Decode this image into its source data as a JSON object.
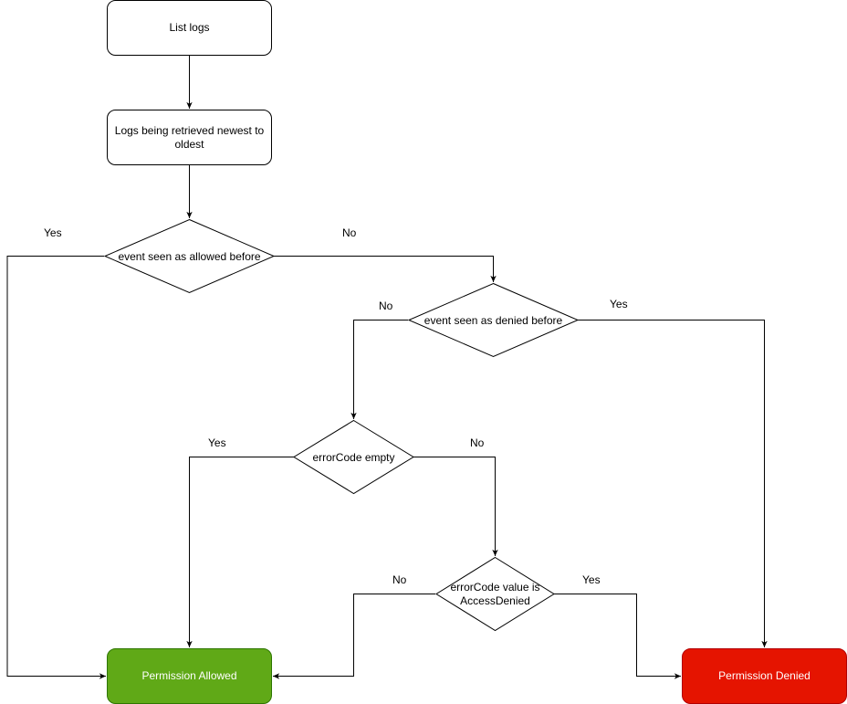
{
  "nodes": {
    "list_logs": {
      "label": "List logs"
    },
    "logs_retrieved": {
      "label": "Logs being retrieved newest to oldest"
    },
    "seen_allowed": {
      "label": "event seen as allowed before"
    },
    "seen_denied": {
      "label": "event seen as denied before"
    },
    "error_code_empty": {
      "label": "errorCode empty"
    },
    "error_code_access_denied": {
      "label": "errorCode value is AccessDenied"
    },
    "permission_allowed": {
      "label": "Permission Allowed"
    },
    "permission_denied": {
      "label": "Permission Denied"
    }
  },
  "edges": {
    "allowed_yes": "Yes",
    "allowed_no": "No",
    "denied_no": "No",
    "denied_yes": "Yes",
    "empty_yes": "Yes",
    "empty_no": "No",
    "access_no": "No",
    "access_yes": "Yes"
  },
  "colors": {
    "allowed_fill": "#60a917",
    "allowed_stroke": "#2d7600",
    "denied_fill": "#e51400",
    "denied_stroke": "#b20000",
    "stroke": "#000000"
  }
}
